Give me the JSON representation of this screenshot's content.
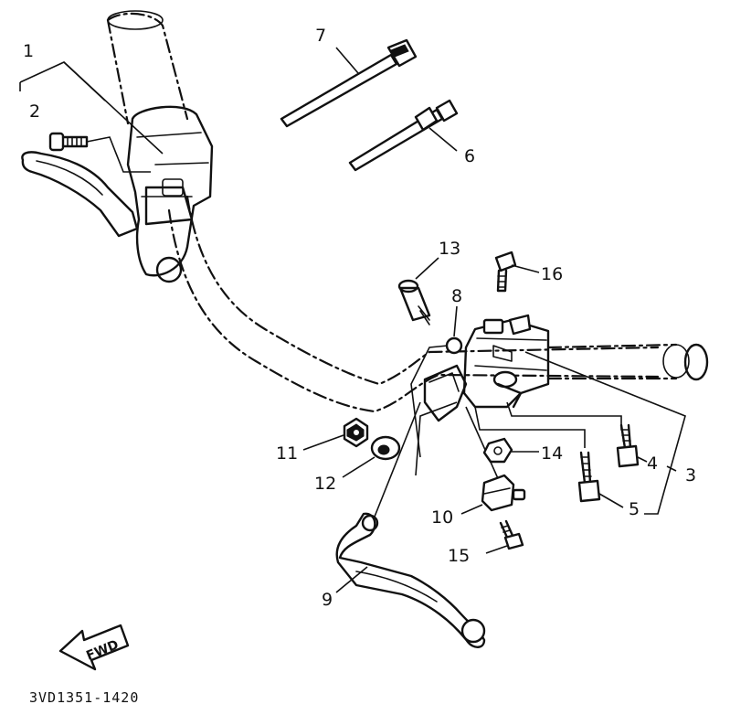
{
  "diagram": {
    "drawing_code": "3VD1351-1420",
    "direction_label": "FWD",
    "callouts": [
      "1",
      "2",
      "3",
      "4",
      "5",
      "6",
      "7",
      "8",
      "9",
      "10",
      "11",
      "12",
      "13",
      "14",
      "15",
      "16"
    ]
  },
  "colors": {
    "ink": "#111111",
    "paper": "#ffffff"
  },
  "icons": {
    "direction": "fwd-arrow-icon"
  }
}
